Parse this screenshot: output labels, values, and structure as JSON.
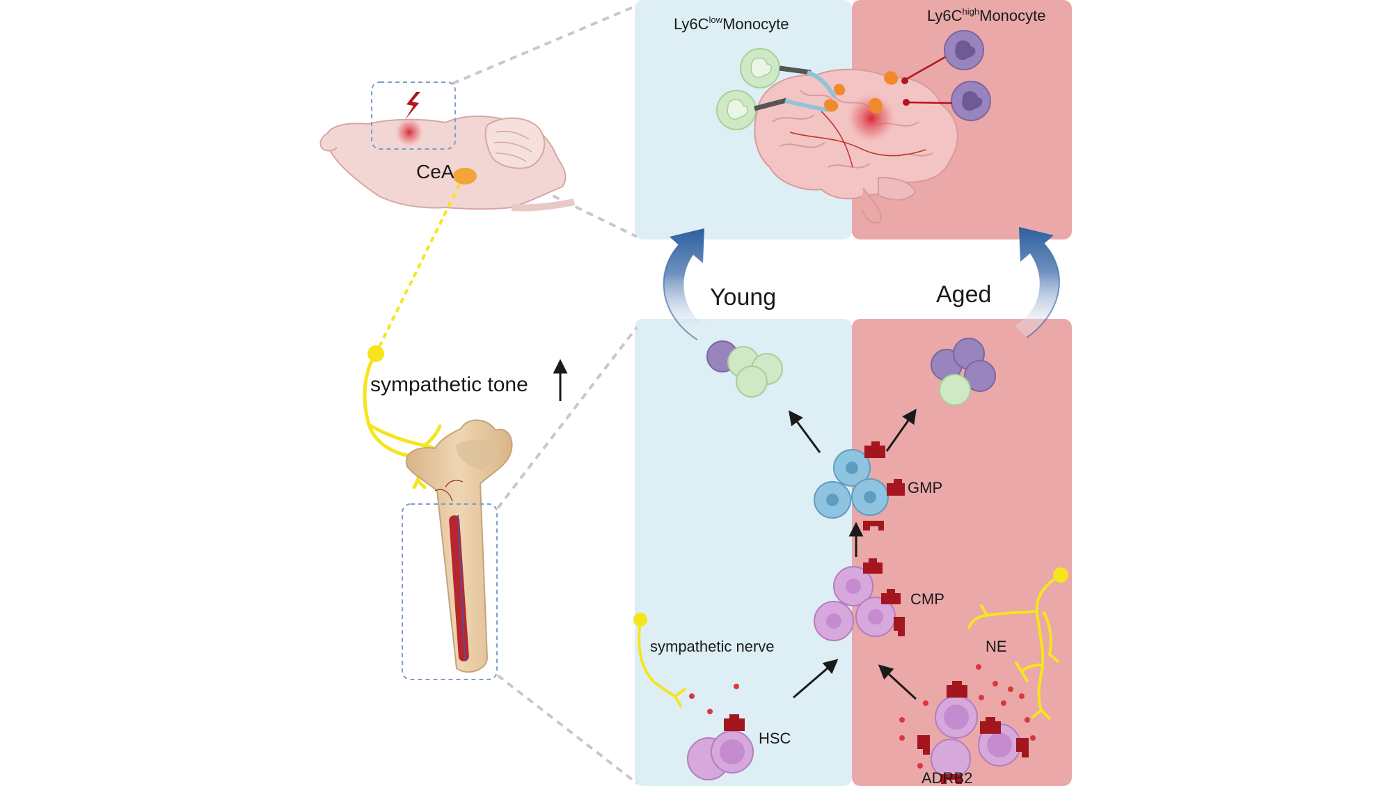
{
  "labels": {
    "ly6c_low_prefix": "Ly6C",
    "ly6c_low_sup": "low",
    "ly6c_high_prefix": "Ly6C",
    "ly6c_high_sup": "high",
    "monocyte_word": "Monocyte",
    "young": "Young",
    "aged": "Aged",
    "cea": "CeA",
    "sympathetic_tone": "sympathetic tone",
    "sympathetic_nerve": "sympathetic nerve",
    "gmp": "GMP",
    "cmp": "CMP",
    "hsc": "HSC",
    "ne": "NE",
    "adrb2": "ADRB2"
  },
  "colors": {
    "young_panel": "#ddeef4",
    "aged_panel": "#eaa8a8",
    "nerve": "#f5e51e",
    "receptor": "#a3161d",
    "arrow_blue": "#2d5f9e",
    "hsc_cmp_cell": "#d6a8dc",
    "gmp_cell": "#8ec4e0",
    "ly6c_low_cell": "#cfe8c6",
    "ly6c_high_cell": "#9a84bd",
    "brain_tissue": "#f3c4c4",
    "bone": "#e6caa2",
    "dashed_guide": "#c8c8c8",
    "inset_box": "#7f9cc9"
  },
  "icons": [
    "lightning-icon",
    "mouse-brain-icon",
    "human-brain-icon",
    "femur-icon",
    "monocyte-icon",
    "stem-cell-icon",
    "receptor-icon",
    "nerve-terminal-icon",
    "curved-arrow-icon"
  ]
}
